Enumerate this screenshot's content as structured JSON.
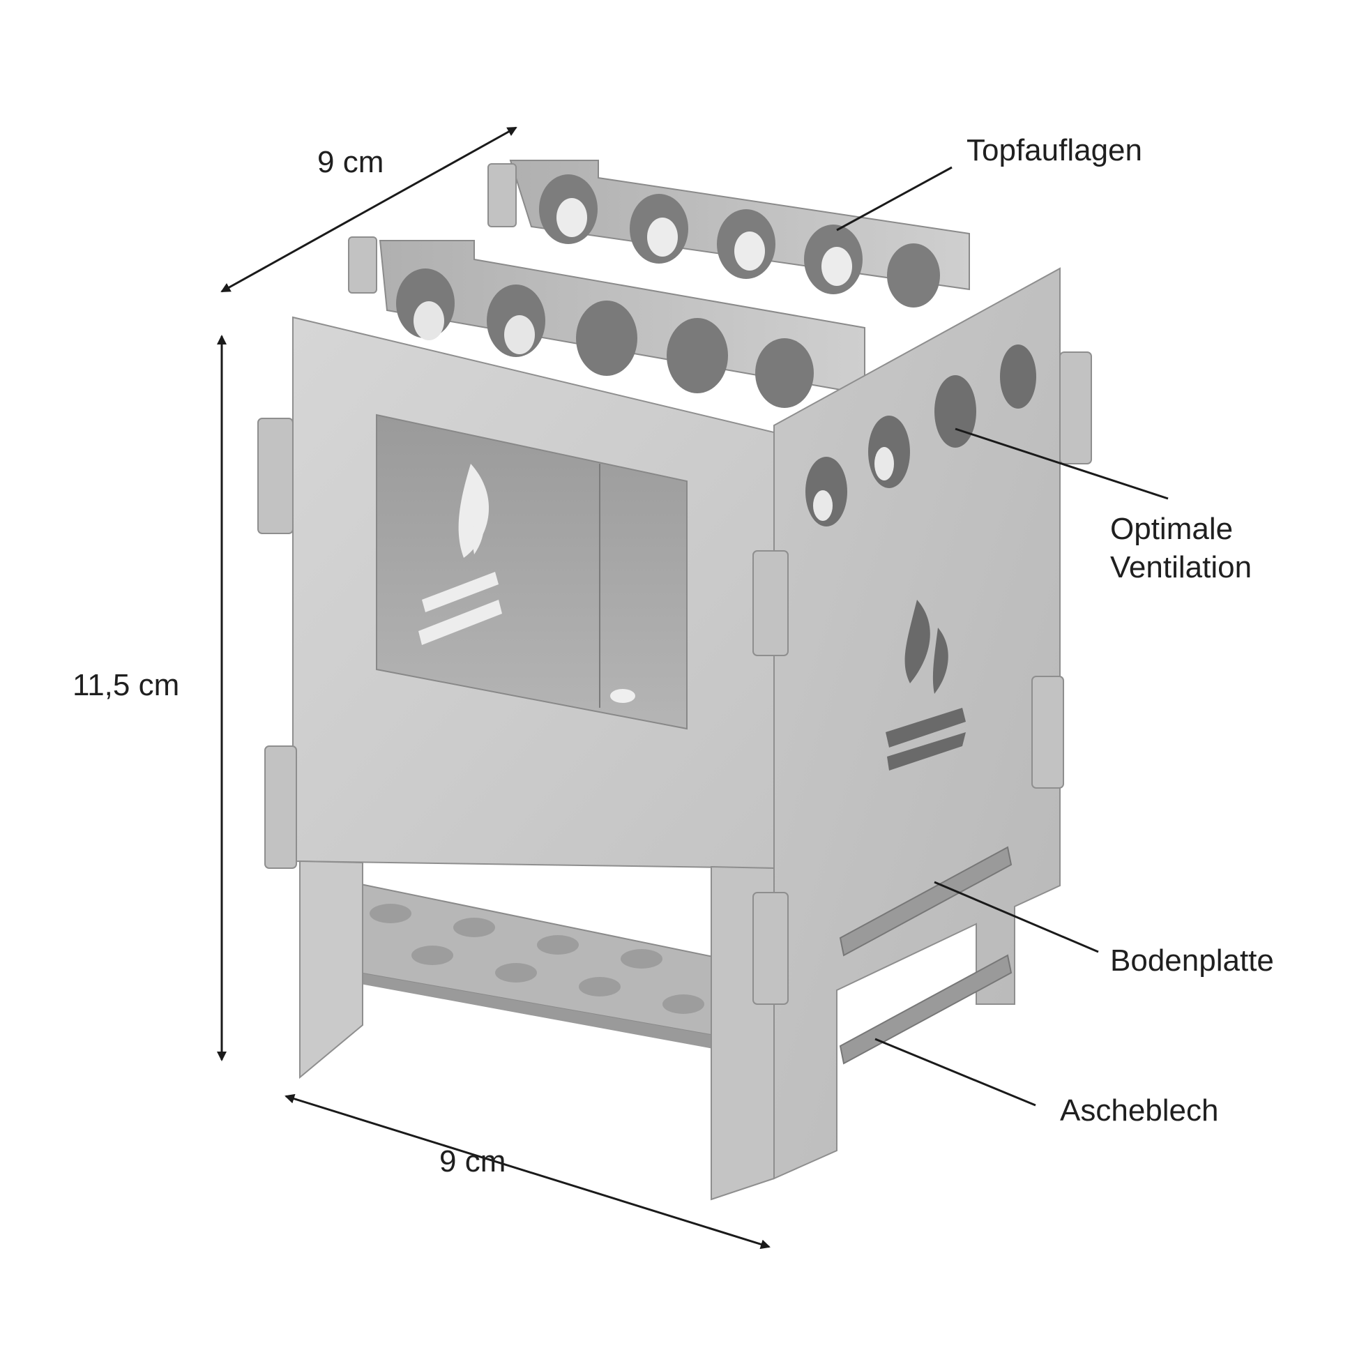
{
  "dimensions": {
    "top_depth": "9 cm",
    "height": "11,5 cm",
    "bottom_width": "9 cm"
  },
  "callouts": {
    "pot_supports": "Topfauflagen",
    "ventilation_line1": "Optimale",
    "ventilation_line2": "Ventilation",
    "base_plate": "Bodenplatte",
    "ash_tray": "Ascheblech"
  },
  "colors": {
    "background": "#ffffff",
    "steel_front": "#c9c9c9",
    "steel_side": "#bdbdbd",
    "steel_dark": "#8f8f8f",
    "line": "#1a1a1a"
  },
  "icons": {
    "flame_cutout_front": "flame-icon",
    "flame_cutout_side": "flame-icon"
  }
}
